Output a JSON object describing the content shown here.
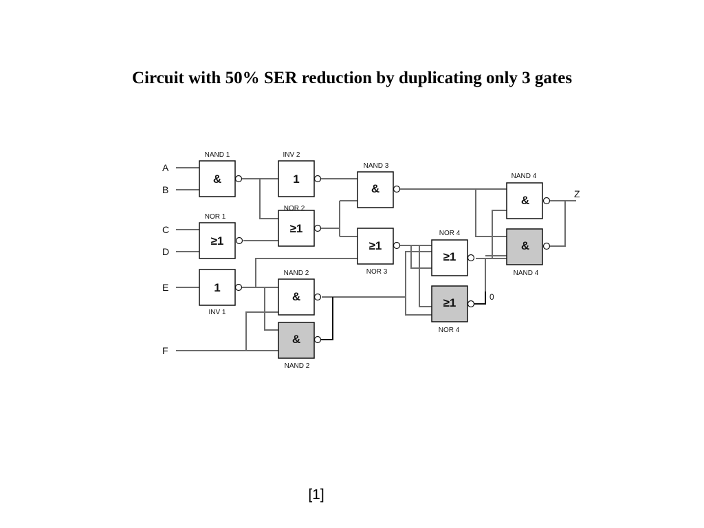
{
  "title": "Circuit with 50% SER reduction by duplicating only 3 gates",
  "footnote": "[1]",
  "diagram": {
    "inputs": [
      "A",
      "B",
      "C",
      "D",
      "E",
      "F"
    ],
    "output": "Z",
    "node_label": "0",
    "gates": [
      {
        "label": "NAND 1",
        "symbol": "&",
        "duplicated": false
      },
      {
        "label": "INV 2",
        "symbol": "1",
        "duplicated": false
      },
      {
        "label": "NOR 2",
        "symbol": "≥1",
        "duplicated": false
      },
      {
        "label": "NOR 1",
        "symbol": "≥1",
        "duplicated": false
      },
      {
        "label": "INV 1",
        "symbol": "1",
        "duplicated": false
      },
      {
        "label": "NAND 3",
        "symbol": "&",
        "duplicated": false
      },
      {
        "label": "NOR 3",
        "symbol": "≥1",
        "duplicated": false
      },
      {
        "label": "NAND 2",
        "symbol": "&",
        "duplicated": false
      },
      {
        "label": "NAND 2",
        "symbol": "&",
        "duplicated": true
      },
      {
        "label": "NOR 4",
        "symbol": "≥1",
        "duplicated": false
      },
      {
        "label": "NOR 4",
        "symbol": "≥1",
        "duplicated": true
      },
      {
        "label": "NAND 4",
        "symbol": "&",
        "duplicated": false
      },
      {
        "label": "NAND 4",
        "symbol": "&",
        "duplicated": true
      }
    ]
  }
}
